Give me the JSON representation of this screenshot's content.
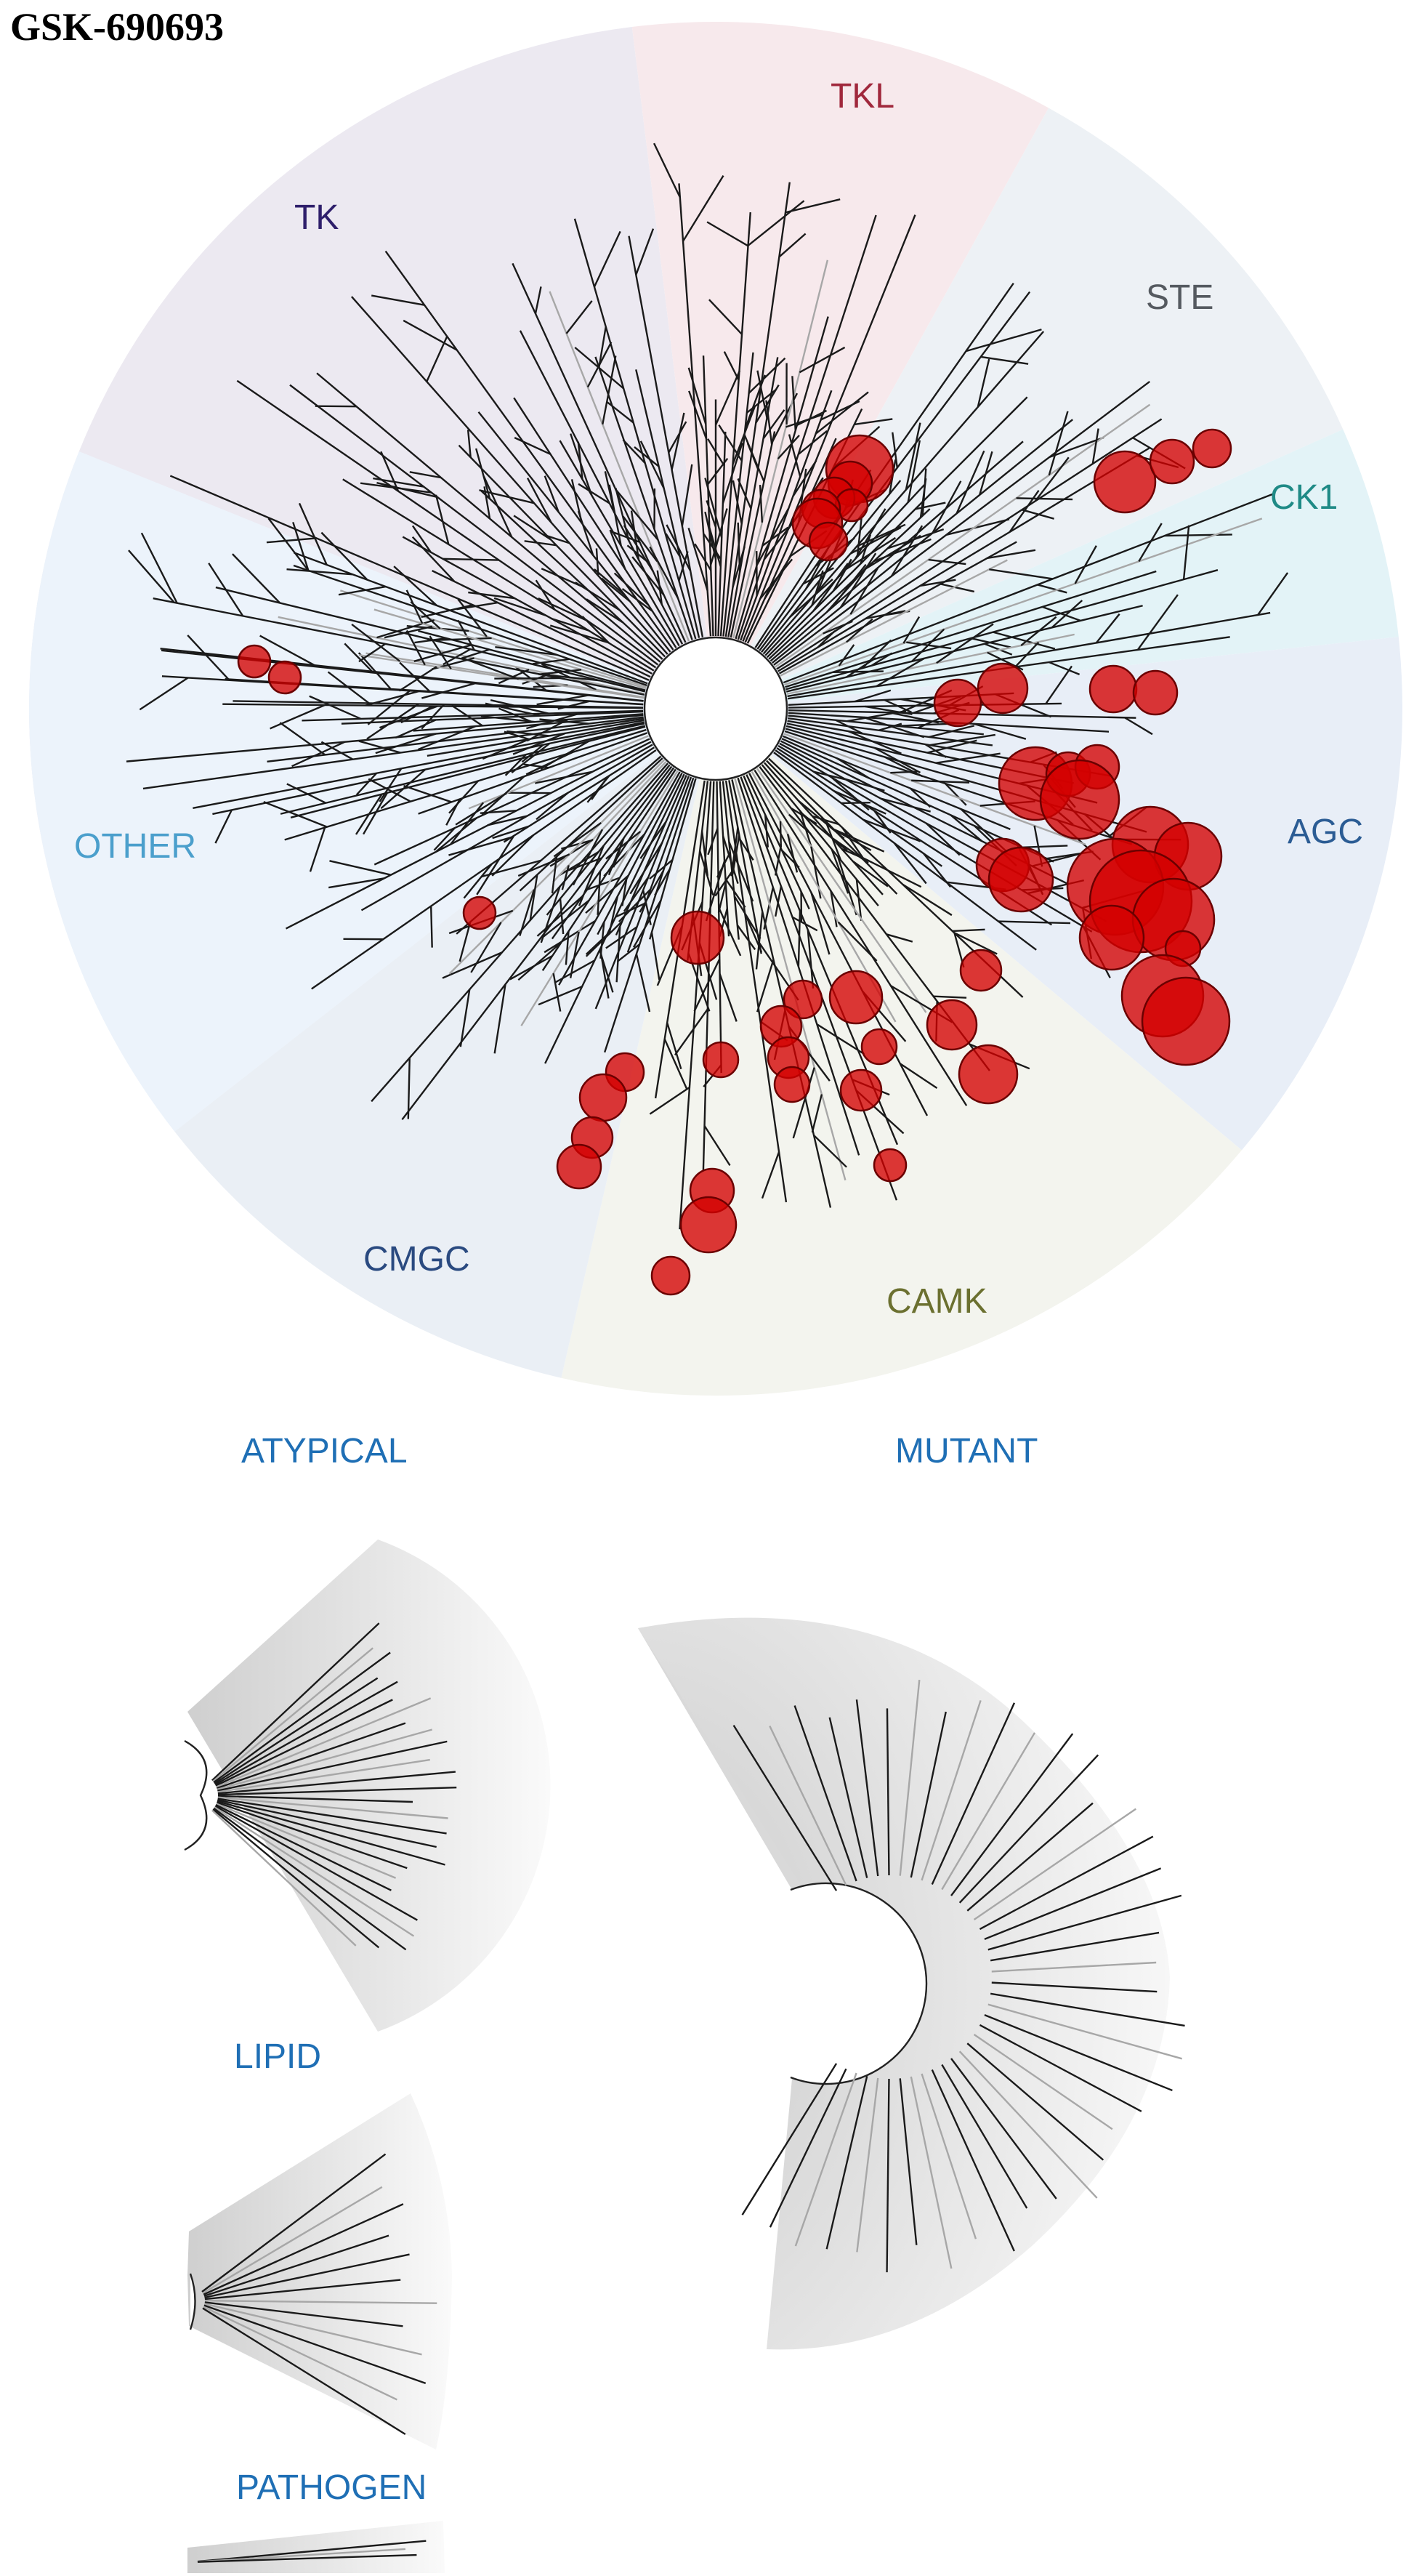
{
  "title": "GSK-690693",
  "main_tree": {
    "groups": [
      {
        "name": "TK",
        "color": "#2e1f6b",
        "sector": "#ece9f1"
      },
      {
        "name": "TKL",
        "color": "#a0283c",
        "sector": "#f7e9ec"
      },
      {
        "name": "STE",
        "color": "#555a60",
        "sector": "#edf1f5"
      },
      {
        "name": "CK1",
        "color": "#1f8a86",
        "sector": "#e3f3f7"
      },
      {
        "name": "AGC",
        "color": "#2b5c94",
        "sector": "#e8eef7"
      },
      {
        "name": "CAMK",
        "color": "#6b7030",
        "sector": "#f3f4ee"
      },
      {
        "name": "CMGC",
        "color": "#2a4a80",
        "sector": "#eaeff5"
      },
      {
        "name": "OTHER",
        "color": "#4b9fcc",
        "sector": "#ecf3fb"
      }
    ]
  },
  "subtrees": [
    {
      "name": "ATYPICAL"
    },
    {
      "name": "MUTANT"
    },
    {
      "name": "LIPID"
    },
    {
      "name": "PATHOGEN"
    }
  ],
  "hit_color": "#d40000"
}
